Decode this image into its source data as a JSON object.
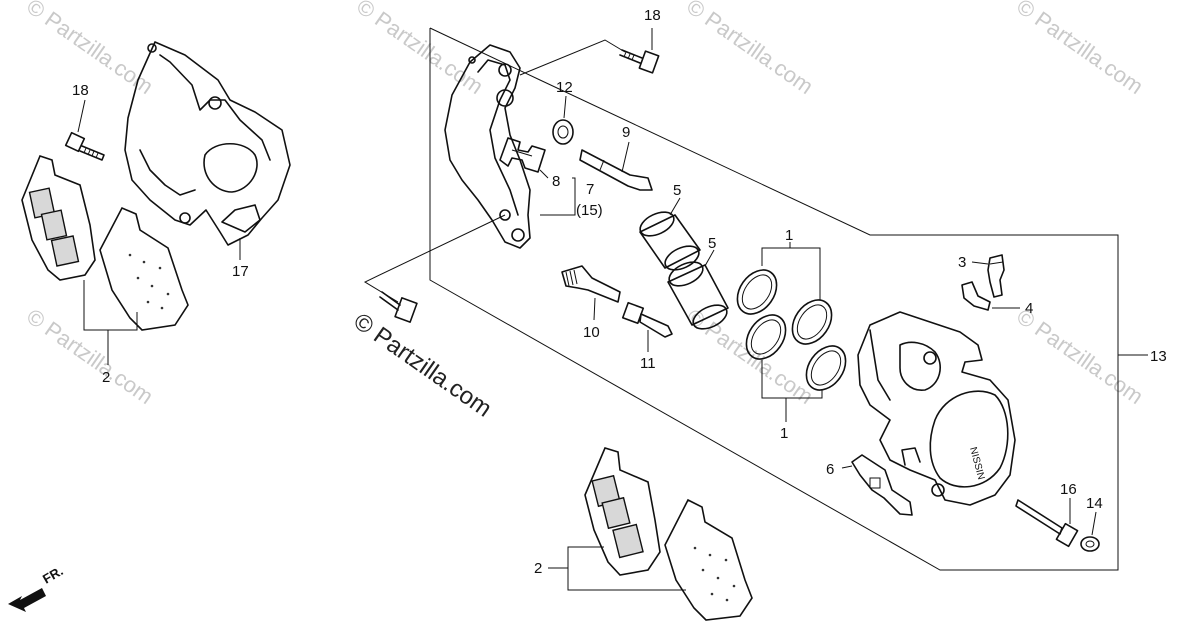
{
  "watermark": {
    "text": "© Partzilla.com",
    "primary_text": "© Partzilla.com"
  },
  "callouts": {
    "c18_left": "18",
    "c17": "17",
    "c2_left": "2",
    "c18_top": "18",
    "c12": "12",
    "c9": "9",
    "c8": "8",
    "c7": "7",
    "c15": "(15)",
    "c5_a": "5",
    "c5_b": "5",
    "c1_top": "1",
    "c1_bottom": "1",
    "c10": "10",
    "c11": "11",
    "c3": "3",
    "c4": "4",
    "c13": "13",
    "c6": "6",
    "c16": "16",
    "c14": "14",
    "c2_bottom": "2"
  },
  "caliper_brand": "NISSIN",
  "front_indicator": "FR."
}
